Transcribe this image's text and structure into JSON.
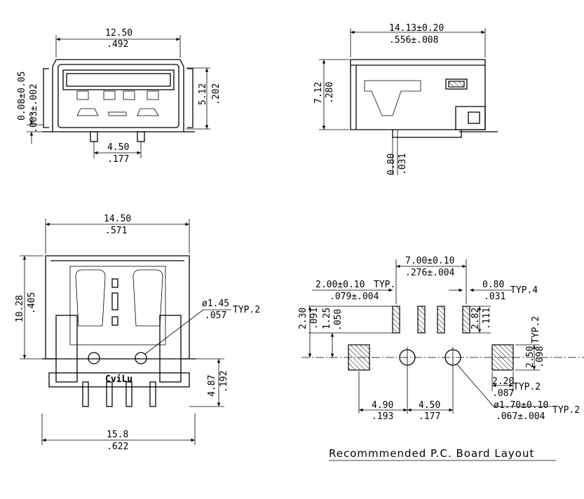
{
  "watermark": "CviLu",
  "view_top_left": {
    "width_mm": "12.50",
    "width_in": ".492",
    "height_mm": "5.12",
    "height_in": ".202",
    "standoff_mm": "0.08±0.05",
    "standoff_in": ".003±.002",
    "peg_pitch_mm": "4.50",
    "peg_pitch_in": ".177"
  },
  "view_side": {
    "length_mm": "14.13±0.20",
    "length_in": ".556±.008",
    "height_mm": "7.12",
    "height_in": ".280",
    "tail_mm": "0.80",
    "tail_in": ".031"
  },
  "view_plan": {
    "width_mm": "14.50",
    "width_in": ".571",
    "length_mm": "10.28",
    "length_in": ".405",
    "hole_mm": "ø1.45",
    "hole_in": ".057",
    "hole_typ": "TYP.2",
    "offset_mm": "4.87",
    "offset_in": ".192",
    "base_mm": "15.8",
    "base_in": ".622"
  },
  "pcb_layout": {
    "title": "Recommmended P.C. Board Layout",
    "span_mm": "7.00±0.10",
    "span_in": ".276±.004",
    "pitch_mm": "2.00±0.10",
    "pitch_typ": "TYP.",
    "pitch_in": ".079±.004",
    "pad_w_mm": "0.80",
    "pad_w_in": ".031",
    "pad_w_typ": "TYP.4",
    "row_gap_mm": "2.30",
    "row_gap_in": ".091",
    "row_off_mm": "1.25",
    "row_off_in": ".050",
    "pad_len_mm": "2.82",
    "pad_len_in": ".111",
    "sq_mm": "2.50",
    "sq_in": ".098",
    "sq_typ": "TYP.2",
    "sq_w_mm": "2.20",
    "sq_w_in": ".087",
    "sq_w_typ": "TYP.2",
    "hole_mm": "ø1.70±0.10",
    "hole_in": ".067±.004",
    "hole_typ": "TYP.2",
    "dx1_mm": "4.90",
    "dx1_in": ".193",
    "dx2_mm": "4.50",
    "dx2_in": ".177"
  }
}
